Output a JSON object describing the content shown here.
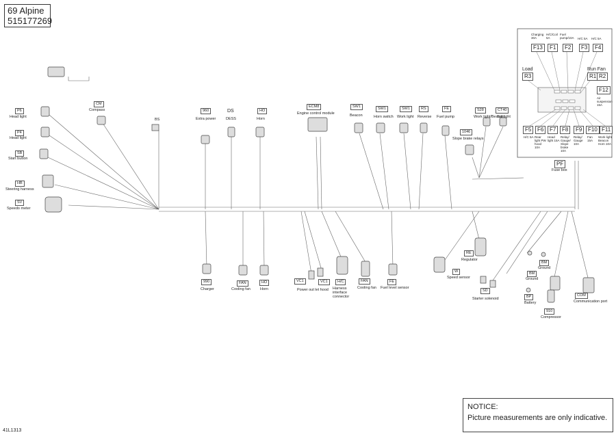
{
  "title": {
    "model": "69 Alpine",
    "part_number": "515177269"
  },
  "notice": {
    "heading": "NOTICE:",
    "text": "Picture measurements are only indicative."
  },
  "figure_id": "41L1313",
  "left_connectors": [
    {
      "code": "P6",
      "label": "Head light"
    },
    {
      "code": "P4",
      "label": "Head light"
    },
    {
      "code": "SB",
      "label": "Start button"
    },
    {
      "code": "HB",
      "label": "Steering harness"
    },
    {
      "code": "SV",
      "label": "Speedo meter"
    }
  ],
  "compass": {
    "code": "CM",
    "label": "Compass"
  },
  "bs_code": "BS",
  "top_connectors": [
    {
      "code": "960",
      "label": "Extra power"
    },
    {
      "code": "DS",
      "label": "DESS"
    },
    {
      "code": "HO",
      "label": "Horn"
    },
    {
      "code": "ECM8",
      "label": "Engine control module"
    },
    {
      "code": "SW1",
      "label": "Beacon"
    },
    {
      "code": "SW1",
      "label": "Horn switch"
    },
    {
      "code": "SW1",
      "label": "Work light"
    },
    {
      "code": "RS",
      "label": "Reverse"
    },
    {
      "code": "FE",
      "label": "Fuel pump"
    },
    {
      "code": "S28",
      "label": "Work light/Beacon"
    },
    {
      "code": "CT40",
      "label": "Tail light"
    },
    {
      "code": "1046",
      "label": "Slope brake relays"
    }
  ],
  "bottom_connectors": [
    {
      "code": "990",
      "label": "Charger"
    },
    {
      "code": "FAN",
      "label": "Cooling fan"
    },
    {
      "code": "HO",
      "label": "Horn"
    },
    {
      "code": "VC1",
      "label": ""
    },
    {
      "code": "VC1",
      "label": "Power out let hood"
    },
    {
      "code": "H/C",
      "label": "Harness interface connector"
    },
    {
      "code": "FAN",
      "label": "Cooling fan"
    },
    {
      "code": "FE",
      "label": "Fuel level sensor"
    },
    {
      "code": "RE",
      "label": "Regulator"
    },
    {
      "code": "W",
      "label": "Speed sensor"
    },
    {
      "code": "SD",
      "label": "Starter solenoid"
    },
    {
      "code": "BM",
      "label": "Ground"
    },
    {
      "code": "BP",
      "label": "Battery"
    },
    {
      "code": "910",
      "label": "Compressor"
    },
    {
      "code": "COM",
      "label": "Communication port"
    }
  ],
  "fuse_box": {
    "code": "PF",
    "label": "Fuse box",
    "top_fuses": [
      {
        "code": "F13",
        "note": "Charging 30A"
      },
      {
        "code": "F1",
        "note": "H/C/Coil 5A"
      },
      {
        "code": "F2",
        "note": "Fuel pump/10A"
      },
      {
        "code": "F3",
        "note": "H/C 5A"
      },
      {
        "code": "F4",
        "note": "H/C 5A"
      }
    ],
    "relays": [
      {
        "code": "R3",
        "note": "Load"
      },
      {
        "code": "R1",
        "note": "Run Fan"
      },
      {
        "code": "R2",
        "note": ""
      }
    ],
    "side_fuse": {
      "code": "F12",
      "note": "Air suspension 15A"
    },
    "bottom_fuses": [
      {
        "code": "F5",
        "note": "H/C 5A"
      },
      {
        "code": "F6",
        "note": "Rear light PW hood 10A"
      },
      {
        "code": "F7",
        "note": "Head light 15A"
      },
      {
        "code": "F8",
        "note": "Relay/ Gauge/ Slope brake 10A"
      },
      {
        "code": "F9",
        "note": "Relay/ Gauge 10A"
      },
      {
        "code": "F10",
        "note": "Fan 15A"
      },
      {
        "code": "F11",
        "note": "Work light Beacon Horn 10A"
      }
    ]
  }
}
